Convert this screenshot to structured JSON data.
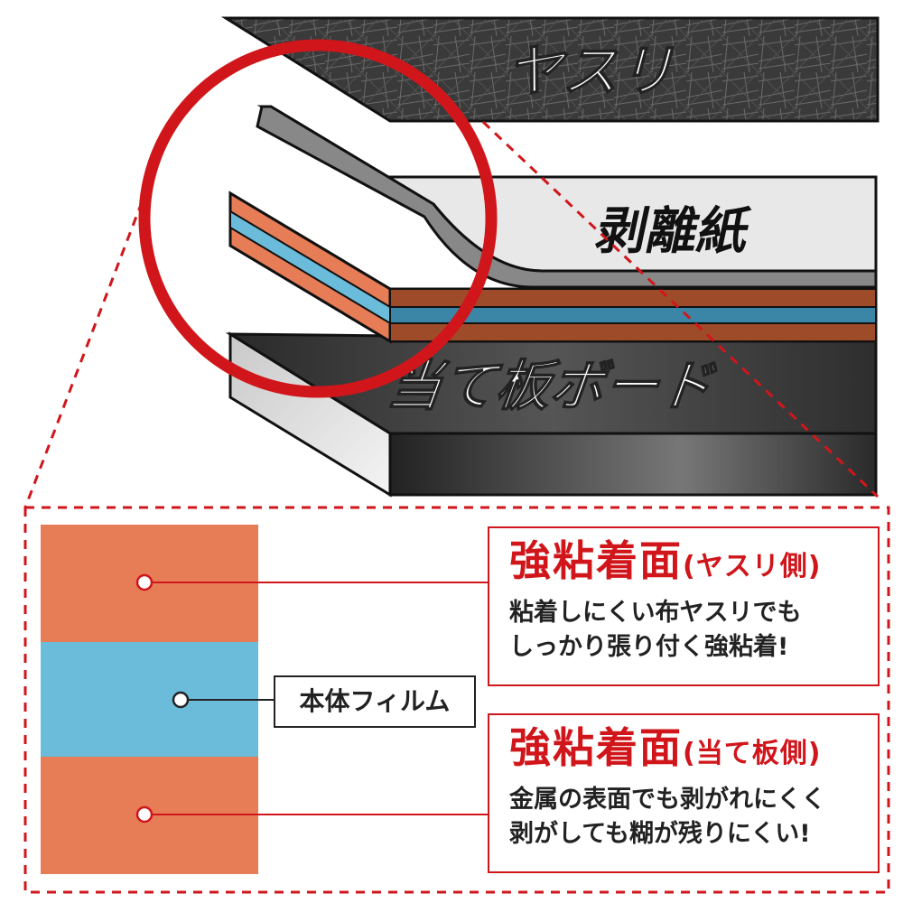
{
  "layers": {
    "top_label": "ヤスリ",
    "middle_label": "剥離紙",
    "bottom_label": "当て板ボード"
  },
  "film_label": "本体フィルム",
  "callout_top": {
    "title": "強粘着面",
    "subtitle": "(ヤスリ側)",
    "line1": "粘着しにくい布ヤスリでも",
    "line2": "しっかり張り付く強粘着!"
  },
  "callout_bottom": {
    "title": "強粘着面",
    "subtitle": "(当て板側)",
    "line1": "金属の表面でも剥がれにくく",
    "line2": "剥がしても糊が残りにくい!"
  },
  "colors": {
    "accent_red": "#d0161b",
    "adhesive_orange": "#e67d57",
    "film_blue": "#6bbcdb",
    "sandpaper_dark": "#3d3d3d",
    "release_paper": "#e6e6e6",
    "board_dark": "#444444"
  }
}
